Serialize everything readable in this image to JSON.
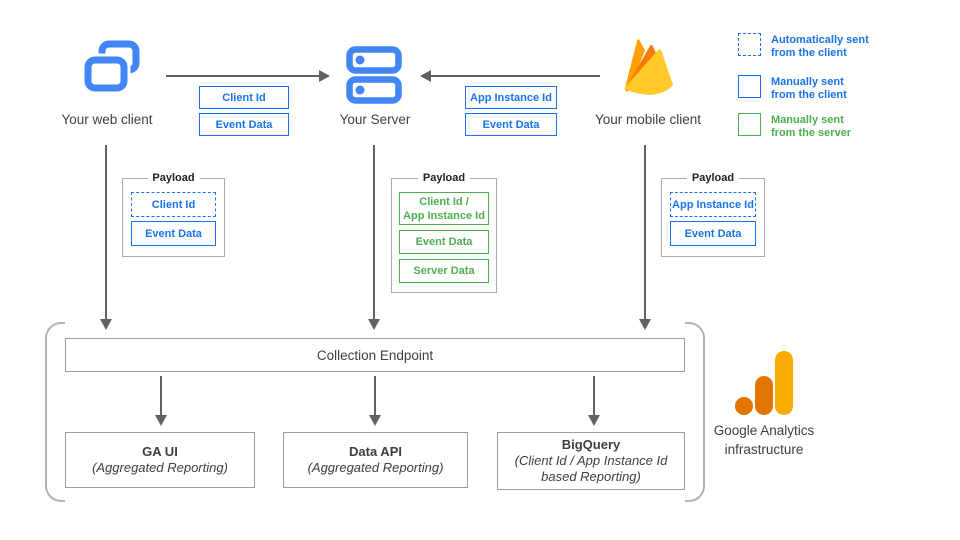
{
  "nodes": {
    "web_client": {
      "label": "Your web client",
      "icon": "overlapping-browser-windows"
    },
    "server": {
      "label": "Your Server",
      "icon": "server-stack"
    },
    "mobile_client": {
      "label": "Your mobile client",
      "icon": "firebase-flame"
    }
  },
  "edges": {
    "web_to_server": {
      "labels": [
        "Client Id",
        "Event Data"
      ]
    },
    "mobile_to_server": {
      "labels": [
        "App Instance Id",
        "Event Data"
      ]
    }
  },
  "legend": {
    "items": [
      {
        "swatch": "dashed-blue",
        "line1": "Automatically sent",
        "line2": "from the client"
      },
      {
        "swatch": "solid-blue",
        "line1": "Manually sent",
        "line2": "from the client"
      },
      {
        "swatch": "solid-green",
        "line1": "Manually sent",
        "line2": "from the server"
      }
    ]
  },
  "payloads": {
    "web": {
      "title": "Payload",
      "items": [
        {
          "style": "dashed-blue",
          "label": "Client Id"
        },
        {
          "style": "solid-blue",
          "label": "Event Data"
        }
      ]
    },
    "server": {
      "title": "Payload",
      "items": [
        {
          "style": "solid-green",
          "line1": "Client Id /",
          "line2": "App Instance Id"
        },
        {
          "style": "solid-green",
          "label": "Event Data"
        },
        {
          "style": "solid-green",
          "label": "Server Data"
        }
      ]
    },
    "mobile": {
      "title": "Payload",
      "items": [
        {
          "style": "dashed-blue",
          "label": "App Instance Id"
        },
        {
          "style": "solid-blue",
          "label": "Event Data"
        }
      ]
    }
  },
  "infrastructure": {
    "collection_endpoint_label": "Collection Endpoint",
    "outputs": [
      {
        "title": "GA UI",
        "subtitle": "(Aggregated Reporting)"
      },
      {
        "title": "Data API",
        "subtitle": "(Aggregated Reporting)"
      },
      {
        "title": "BigQuery",
        "subtitle_line1": "(Client Id / App Instance Id",
        "subtitle_line2": "based Reporting)"
      }
    ],
    "caption_line1": "Google Analytics",
    "caption_line2": "infrastructure"
  },
  "colors": {
    "blue": "#1a73e8",
    "icon_blue": "#4285f4",
    "green": "#4caf50",
    "arrow_gray": "#616161",
    "box_border_gray": "#9e9e9e",
    "text_dark": "#3c4043",
    "ga_orange": "#e37400",
    "ga_amber": "#f9ab00",
    "firebase_yellow": "#ffca28",
    "firebase_orange": "#ffa000",
    "firebase_deep_orange": "#f57c00"
  }
}
